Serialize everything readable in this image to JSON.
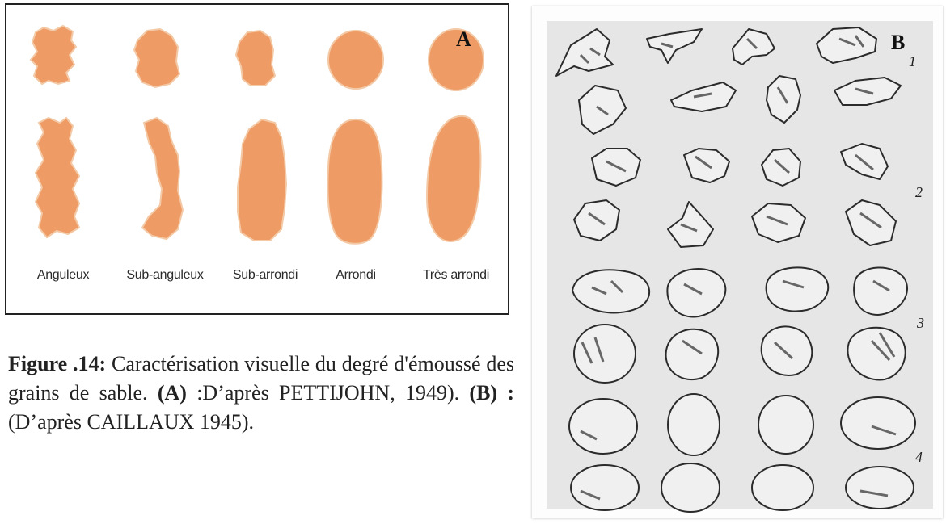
{
  "panel_a": {
    "letter": "A",
    "labels": [
      "Anguleux",
      "Sub-anguleux",
      "Sub-arrondi",
      "Arrondi",
      "Très arrondi"
    ],
    "grain_color": "#EE9B66"
  },
  "panel_b": {
    "letter": "B",
    "row_numbers": [
      "1",
      "2",
      "3",
      "4"
    ],
    "background_color": "#E6E6E6"
  },
  "caption": {
    "figure_label": "Figure .14:",
    "text_1": " Caractérisation visuelle du degré d'émoussé des grains de sable. ",
    "ref_a": "(A)",
    "text_2": " :D’après PETTIJOHN, 1949). ",
    "ref_b": "(B) :",
    "text_3": " (D’après CAILLAUX 1945)."
  }
}
